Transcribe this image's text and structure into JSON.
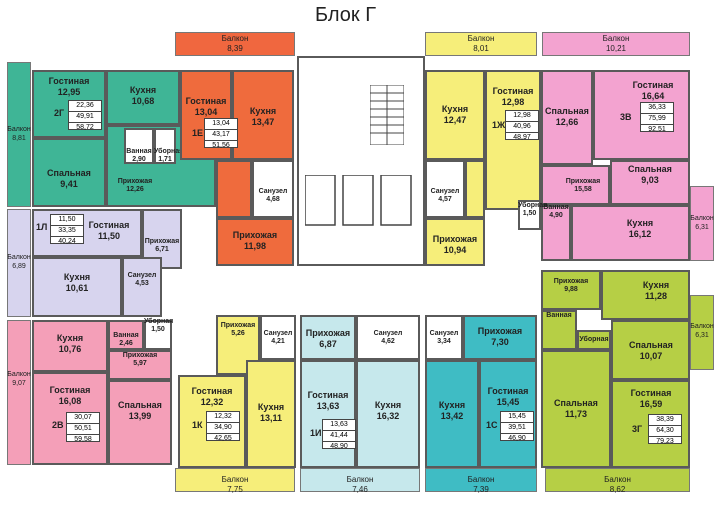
{
  "title": "Блок Г",
  "colors": {
    "green": "#3fb596",
    "orange": "#ef6b3d",
    "yellow": "#f6ee7a",
    "pink": "#f3a3d0",
    "lavender": "#d7d4ee",
    "salmon": "#f49fb8",
    "lime": "#b6cf45",
    "teal": "#3fbcc4",
    "cyan": "#c6e8ec",
    "red_balcony": "#f0673f"
  },
  "labels": {
    "balcony": "Балкон",
    "living": "Гостиная",
    "kitchen": "Кухня",
    "bedroom": "Спальная",
    "hall": "Прихожая",
    "wc": "Санузел",
    "bath": "Ванная",
    "toilet": "Уборная"
  },
  "balconies": {
    "top_red": "8,39",
    "top_yellow": "8,01",
    "top_pink": "10,21",
    "left_green": "8,81",
    "left_lav": "6,89",
    "left_salmon": "9,07",
    "right_pink": "6,31",
    "right_lime": "6,31",
    "bottom_yellow": "7,75",
    "bottom_cyan": "7,46",
    "bottom_teal": "7,39",
    "bottom_lime": "8,62"
  },
  "apts": {
    "a2g": {
      "code": "2Г",
      "living": "12,95",
      "kitchen": "10,68",
      "bath": "2,90",
      "toilet": "1,71",
      "hall": "12,26",
      "bedroom": "9,41",
      "t1": "22,36",
      "t2": "49,91",
      "t3": "58,72"
    },
    "a1e": {
      "code": "1Е",
      "living": "13,04",
      "kitchen": "13,47",
      "wc": "4,68",
      "hall": "11,98",
      "t1": "13,04",
      "t2": "43,17",
      "t3": "51,56"
    },
    "a1zh": {
      "code": "1Ж",
      "kitchen": "12,47",
      "living": "12,98",
      "wc": "4,57",
      "hall": "10,94",
      "t1": "12,98",
      "t2": "40,96",
      "t3": "48,97"
    },
    "a3v": {
      "code": "3В",
      "bedroom1": "12,66",
      "living": "16,64",
      "bedroom2": "9,03",
      "hall": "15,58",
      "bath": "4,90",
      "toilet": "1,50",
      "kitchen": "16,12",
      "t1": "36,33",
      "t2": "75,99",
      "t3": "92,51"
    },
    "a1l": {
      "code": "1Л",
      "living": "11,50",
      "hall": "6,71",
      "kitchen": "10,61",
      "wc": "4,53",
      "t1": "11,50",
      "t2": "33,35",
      "t3": "40,24"
    },
    "a2v": {
      "code": "2В",
      "kitchen": "10,76",
      "bath": "2,46",
      "toilet": "1,50",
      "hall": "5,97",
      "living": "16,08",
      "bedroom": "13,99",
      "t1": "30,07",
      "t2": "50,51",
      "t3": "59,58"
    },
    "a1k": {
      "code": "1К",
      "hall": "5,26",
      "wc": "4,21",
      "living": "12,32",
      "kitchen": "13,11",
      "t1": "12,32",
      "t2": "34,90",
      "t3": "42,65"
    },
    "a1i": {
      "code": "1И",
      "hall": "6,87",
      "wc": "4,62",
      "living": "13,63",
      "kitchen": "16,32",
      "t1": "13,63",
      "t2": "41,44",
      "t3": "48,90"
    },
    "a1s": {
      "code": "1С",
      "wc": "3,34",
      "hall": "7,30",
      "kitchen": "13,42",
      "living": "15,45",
      "t1": "15,45",
      "t2": "39,51",
      "t3": "46,90"
    },
    "a3g": {
      "code": "3Г",
      "hall": "9,88",
      "kitchen": "11,28",
      "bath": "",
      "toilet": "",
      "bedroom1": "10,07",
      "bedroom2": "11,73",
      "living": "16,59",
      "t1": "38,39",
      "t2": "64,30",
      "t3": "79,23"
    }
  }
}
